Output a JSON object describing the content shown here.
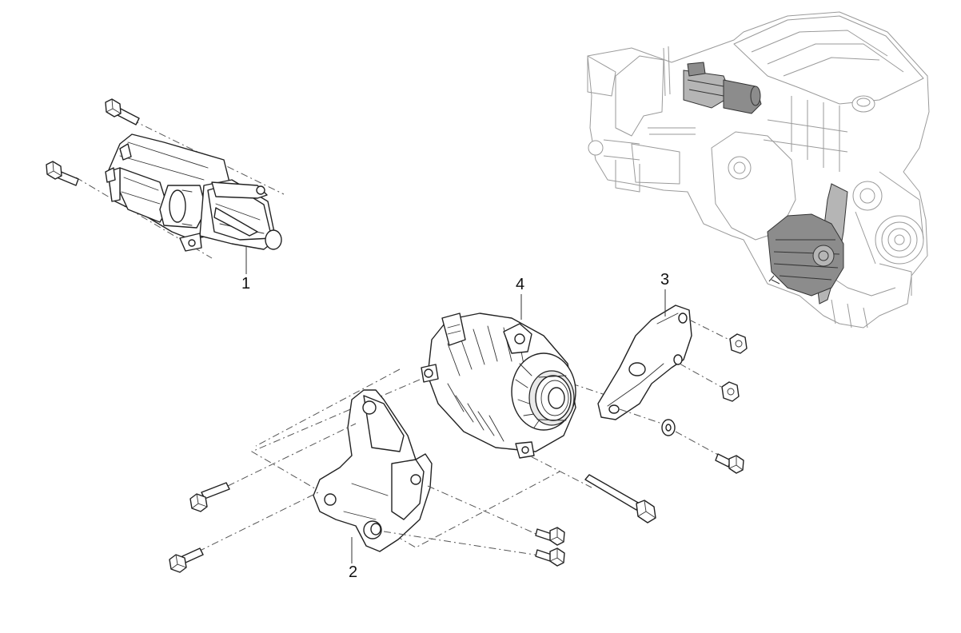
{
  "callouts": [
    {
      "id": "starter-motor",
      "label": "1"
    },
    {
      "id": "alternator-lower-bracket",
      "label": "2"
    },
    {
      "id": "alternator-upper-bracket",
      "label": "3"
    },
    {
      "id": "alternator",
      "label": "4"
    }
  ]
}
